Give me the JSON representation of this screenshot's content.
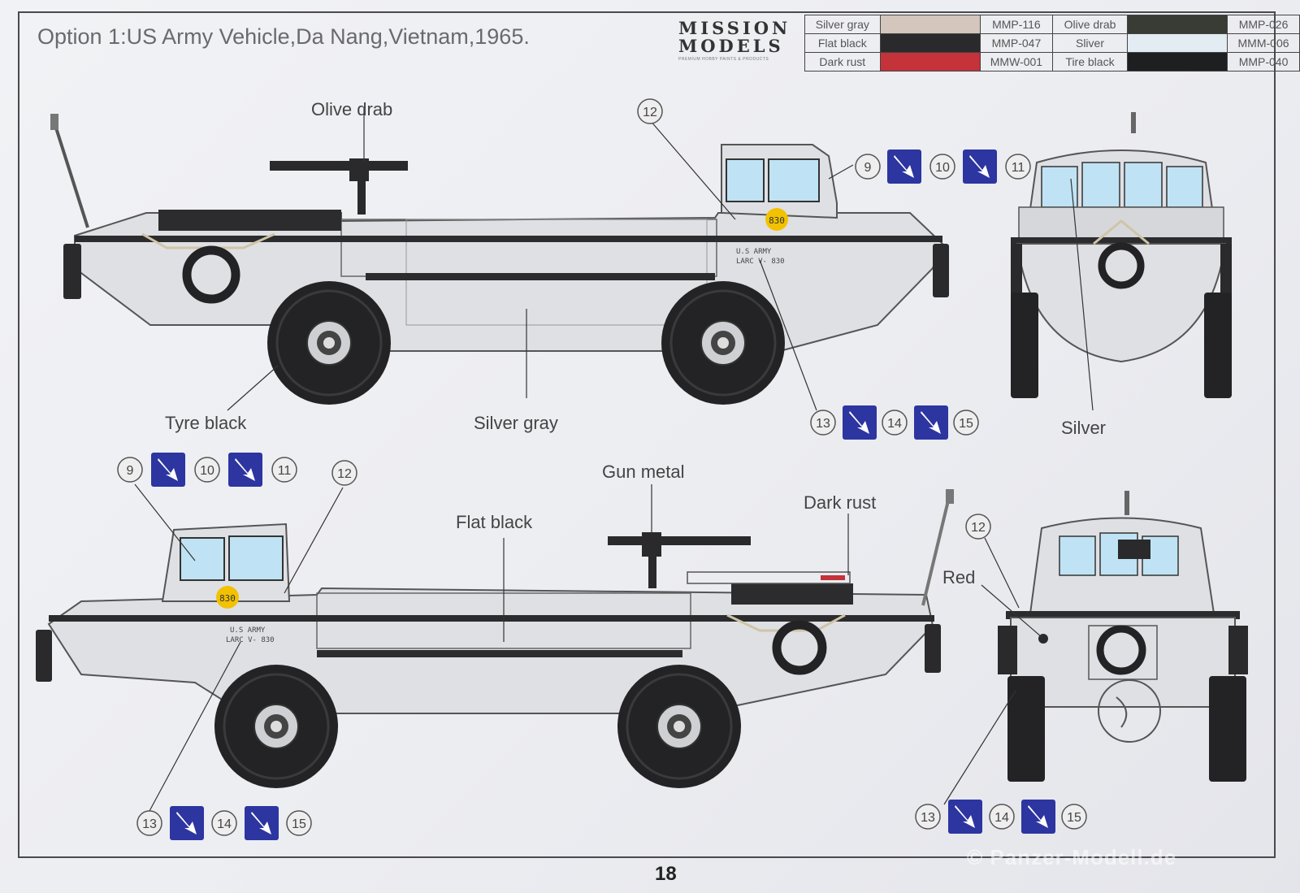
{
  "title": "Option 1:US Army Vehicle,Da Nang,Vietnam,1965.",
  "brand": {
    "line1": "MISSION",
    "line2": "MODELS",
    "tagline": "PREMIUM HOBBY PAINTS & PRODUCTS"
  },
  "paints": [
    {
      "name": "Silver gray",
      "code": "MMP-116",
      "color": "#d4c6bc"
    },
    {
      "name": "Olive drab",
      "code": "MMP-026",
      "color": "#383c34"
    },
    {
      "name": "Flat black",
      "code": "MMP-047",
      "color": "#2a2a2c"
    },
    {
      "name": "Sliver",
      "code": "MMM-006",
      "color": "#e2ecf2"
    },
    {
      "name": "Dark rust",
      "code": "MMW-001",
      "color": "#c4323a"
    },
    {
      "name": "Tire black",
      "code": "MMP-040",
      "color": "#1e1f21"
    }
  ],
  "callouts": {
    "olive_drab": "Olive drab",
    "tyre_black": "Tyre black",
    "silver_gray": "Silver gray",
    "silver": "Silver",
    "gun_metal": "Gun metal",
    "flat_black": "Flat black",
    "dark_rust": "Dark rust",
    "red": "Red"
  },
  "decal_numbers": {
    "n9": "9",
    "n10": "10",
    "n11": "11",
    "n12": "12",
    "n13": "13",
    "n14": "14",
    "n15": "15"
  },
  "vehicle_markings": {
    "number": "830",
    "army": "U.S ARMY",
    "designation": "LARC V- 830"
  },
  "page_number": "18",
  "watermark": "© Panzer-Modell.de"
}
